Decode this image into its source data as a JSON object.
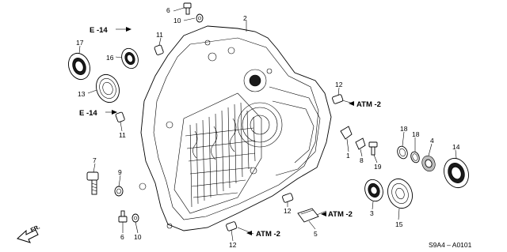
{
  "diagram": {
    "part_numbers": {
      "p2": "2",
      "p6a": "6",
      "p10a": "10",
      "p11a": "11",
      "p17": "17",
      "p16": "16",
      "p13": "13",
      "p11b": "11",
      "p12a": "12",
      "p1": "1",
      "p18a": "18",
      "p18b": "18",
      "p4": "4",
      "p14": "14",
      "p8": "8",
      "p19": "19",
      "p7": "7",
      "p9": "9",
      "p3": "3",
      "p15": "15",
      "p12b": "12",
      "p5": "5",
      "p12c": "12",
      "p6b": "6",
      "p10b": "10"
    },
    "refs": {
      "e14_top": "E -14",
      "e14_mid": "E -14",
      "atm2_right": "ATM -2",
      "atm2_bottom_mid": "ATM -2",
      "atm2_bottom": "ATM -2"
    },
    "direction_label": "FR.",
    "diagram_code": "S9A4 – A0101"
  }
}
